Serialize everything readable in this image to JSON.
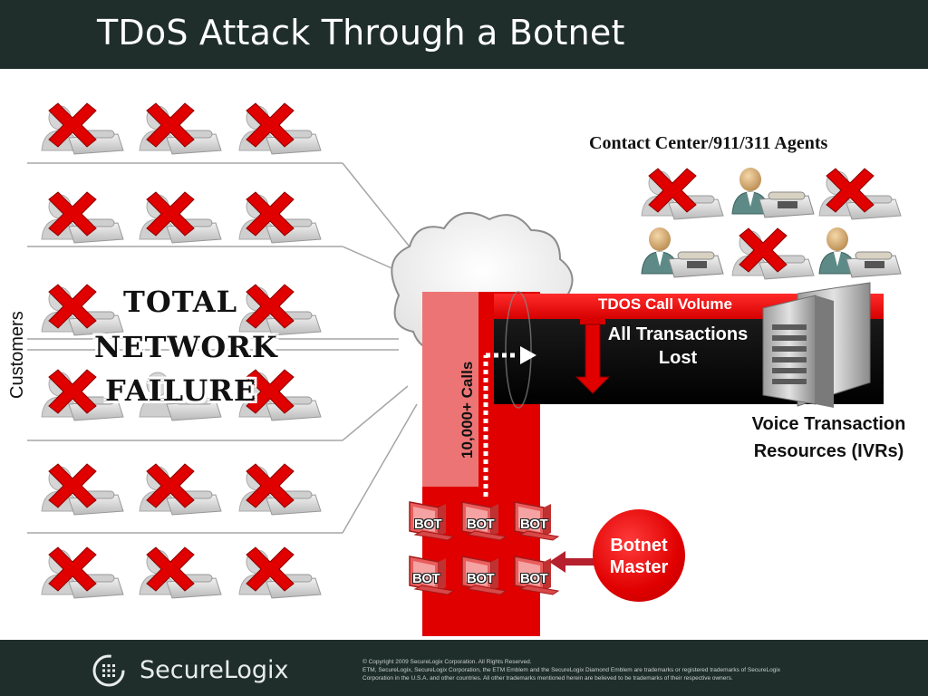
{
  "header": {
    "title": "TDoS Attack Through a Botnet"
  },
  "labels": {
    "customers": "Customers",
    "agents": "Contact Center/911/311 Agents",
    "voice_resources": "Voice Transaction Resources (IVRs)",
    "failure_line1": "TOTAL",
    "failure_line2": "NETWORK",
    "failure_line3": "FAILURE",
    "tdos_call_volume": "TDOS Call Volume",
    "all_transactions_lost": "All Transactions Lost",
    "calls": "10,000+ Calls",
    "botnet_master": "Botnet Master",
    "bot": "BOT"
  },
  "footer": {
    "logo": "SecureLogix",
    "copyright_line1": "© Copyright 2009 SecureLogix Corporation.  All Rights Reserved.",
    "copyright_line2": "ETM, SecureLogix, SecureLogix Corporation, the ETM Emblem and the SecureLogix Diamond Emblem are trademarks or registered trademarks of SecureLogix",
    "copyright_line3": "Corporation in the U.S.A. and other countries. All other trademarks mentioned herein are believed to be trademarks of their respective owners."
  },
  "colors": {
    "header_bg": "#1f2e2b",
    "attack_red": "#e00000",
    "pipe_dark": "#111111"
  },
  "icons": {
    "customer": "user-phone-icon",
    "blocked": "red-x-icon",
    "server": "server-icon",
    "bot": "bot-computer-icon"
  }
}
